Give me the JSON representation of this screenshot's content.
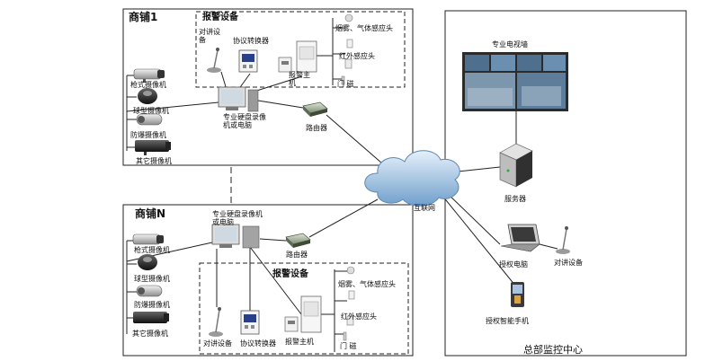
{
  "shop1": {
    "title": "商铺1",
    "alarm_box": "报警设备",
    "intercom": "对讲设备",
    "protocol_converter": "协议转换器",
    "alarm_host": "报警主机",
    "smoke_gas_sensor": "烟雾、气体感应头",
    "infrared_sensor": "红外感应头",
    "door_magnet": "门    磁",
    "cameras": [
      "枪式摄像机",
      "球型摄像机",
      "防爆摄像机",
      "其它摄像机"
    ],
    "dvr": "专业硬盘录像机或电脑",
    "router": "路由器"
  },
  "shopN": {
    "title": "商铺N",
    "alarm_box": "报警设备",
    "intercom": "对讲设备",
    "protocol_converter": "协议转换器",
    "alarm_host": "报警主机",
    "smoke_gas_sensor": "烟雾、气体感应头",
    "infrared_sensor": "红外感应头",
    "door_magnet": "门    磁",
    "cameras": [
      "枪式摄像机",
      "球型摄像机",
      "防爆摄像机",
      "其它摄像机"
    ],
    "dvr": "专业硬盘录像机或电脑",
    "router": "路由器"
  },
  "internet": "互联网",
  "hq": {
    "title": "总部监控中心",
    "tv_wall": "专业电视墙",
    "server": "服务器",
    "authorized_pc": "授权电脑",
    "intercom": "对讲设备",
    "smartphone": "授权智能手机"
  },
  "colors": {
    "line": "#222222",
    "cloud": "#8fb4d8",
    "screen": "#3c5a7a"
  }
}
